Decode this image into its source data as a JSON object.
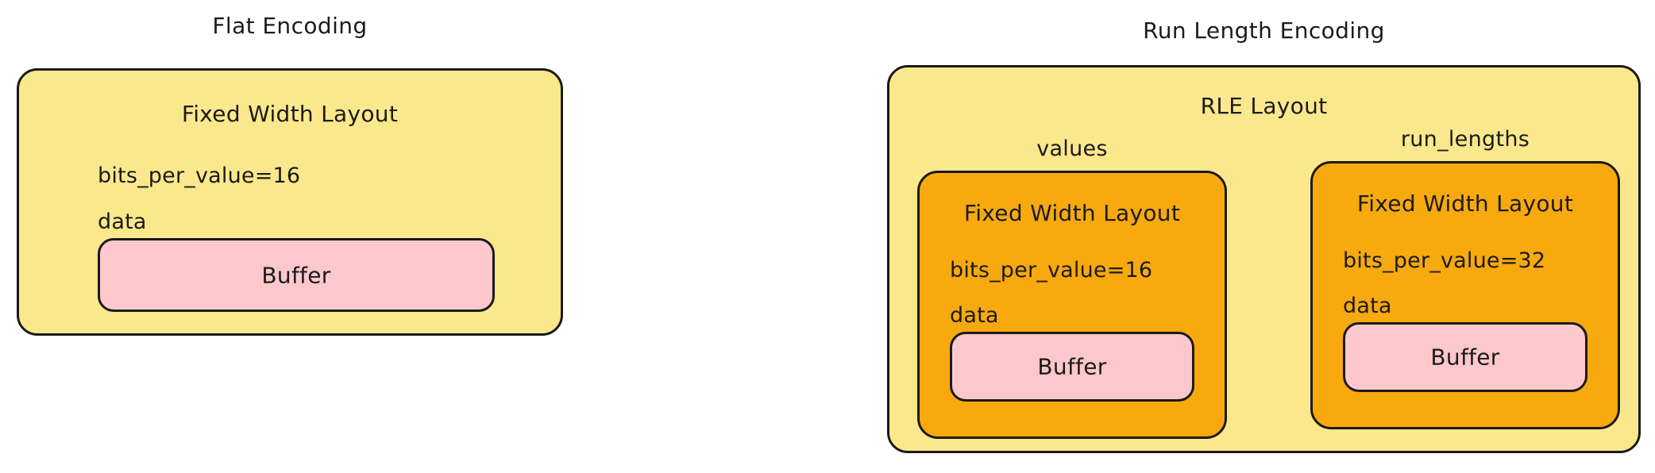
{
  "diagram": {
    "type": "nested-container-diagram",
    "background_color": "#ffffff",
    "stroke_color": "#1a1a1a",
    "palette": {
      "container_yellow": "#FCE88C",
      "container_orange": "#F7A90E",
      "buffer_pink": "#FCC8CC",
      "text": "#1b1b1b"
    },
    "groups": [
      {
        "id": "flat-encoding",
        "title": "Flat Encoding",
        "layout": {
          "title": "Fixed Width Layout",
          "fields": [
            "bits_per_value=16",
            "data"
          ],
          "buffer_label": "Buffer"
        }
      },
      {
        "id": "run-length-encoding",
        "title": "Run Length Encoding",
        "layout": {
          "title": "RLE Layout",
          "children": [
            {
              "edge_label": "values",
              "title": "Fixed Width Layout",
              "fields": [
                "bits_per_value=16",
                "data"
              ],
              "buffer_label": "Buffer"
            },
            {
              "edge_label": "run_lengths",
              "title": "Fixed Width Layout",
              "fields": [
                "bits_per_value=32",
                "data"
              ],
              "buffer_label": "Buffer"
            }
          ]
        }
      }
    ]
  },
  "flat": {
    "cluster_title": "Flat Encoding",
    "layout_title": "Fixed Width Layout",
    "bits_per_value": "bits_per_value=16",
    "data_field": "data",
    "buffer_label": "Buffer"
  },
  "rle": {
    "cluster_title": "Run Length Encoding",
    "layout_title": "RLE Layout",
    "values": {
      "edge_label": "values",
      "layout_title": "Fixed Width Layout",
      "bits_per_value": "bits_per_value=16",
      "data_field": "data",
      "buffer_label": "Buffer"
    },
    "run_lengths": {
      "edge_label": "run_lengths",
      "layout_title": "Fixed Width Layout",
      "bits_per_value": "bits_per_value=32",
      "data_field": "data",
      "buffer_label": "Buffer"
    }
  }
}
